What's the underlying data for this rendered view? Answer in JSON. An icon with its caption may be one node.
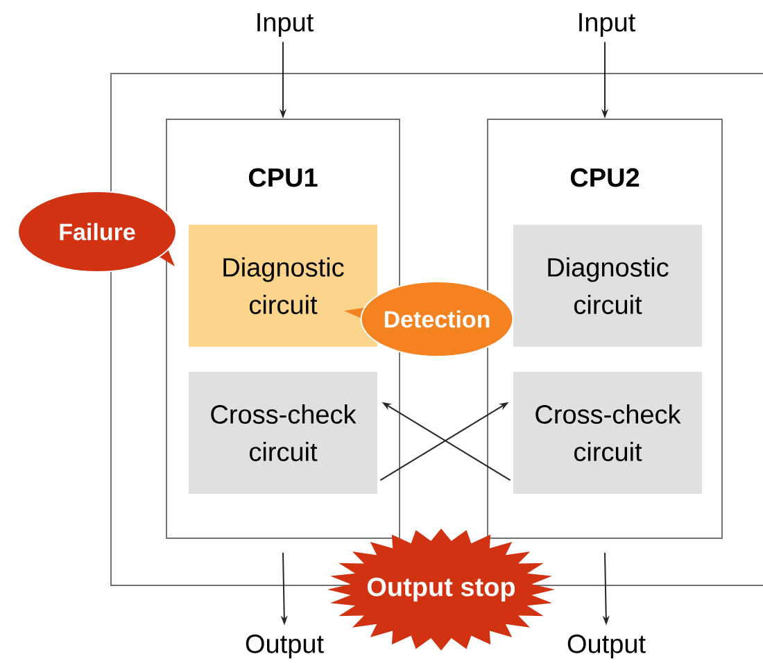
{
  "diagram": {
    "nodes": [
      {
        "text": [
          "Input"
        ]
      },
      {
        "text": [
          "Input"
        ]
      },
      {
        "text": [
          "CPU1"
        ]
      },
      {
        "text": [
          "Diagnostic circuit"
        ],
        "in": 2
      },
      {
        "text": [
          "Cross-check circuit"
        ],
        "in": 2
      },
      {
        "text": [
          "CPU2"
        ]
      },
      {
        "text": [
          "Diagnostic circuit"
        ],
        "in": 5
      },
      {
        "text": [
          "Cross-check circuit"
        ],
        "in": 5
      },
      {
        "text": [
          "Failure"
        ]
      },
      {
        "text": [
          "Detection"
        ]
      },
      {
        "text": [
          "Output stop"
        ]
      },
      {
        "text": [
          "Output"
        ]
      },
      {
        "text": [
          "Output"
        ]
      }
    ],
    "edges": [
      {
        "from": 0,
        "to": 2,
        "arrow": "to"
      },
      {
        "from": 1,
        "to": 5,
        "arrow": "to"
      },
      {
        "from": 4,
        "to": 7,
        "arrow": "to"
      },
      {
        "from": 7,
        "to": 4,
        "arrow": "to"
      },
      {
        "from": 2,
        "to": 11,
        "arrow": "to"
      },
      {
        "from": 5,
        "to": 12,
        "arrow": "to"
      }
    ]
  }
}
